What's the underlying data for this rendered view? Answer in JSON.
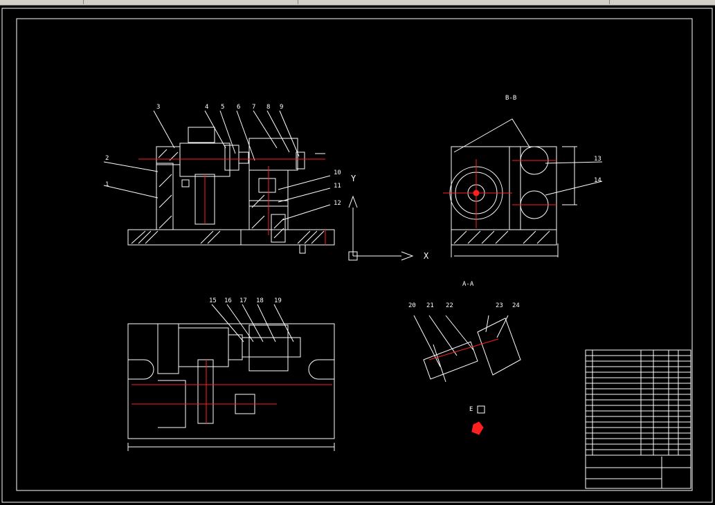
{
  "app": {
    "toolbar_segments": 4
  },
  "colors": {
    "background": "#000000",
    "line": "#ffffff",
    "center_line": "#ff2020",
    "frame": "#ffffff"
  },
  "views": {
    "section_bb": "B-B",
    "section_aa": "A-A",
    "detail_e": "E",
    "axis_y": "Y",
    "axis_x": "X"
  },
  "part_numbers": {
    "front_view": [
      "3",
      "4",
      "5",
      "6",
      "7",
      "8",
      "9",
      "2",
      "1",
      "10",
      "11",
      "12"
    ],
    "side_view": [
      "13",
      "14"
    ],
    "top_view": [
      "15",
      "16",
      "17",
      "18",
      "19"
    ],
    "section_a": [
      "20",
      "21",
      "22",
      "23",
      "24"
    ]
  }
}
